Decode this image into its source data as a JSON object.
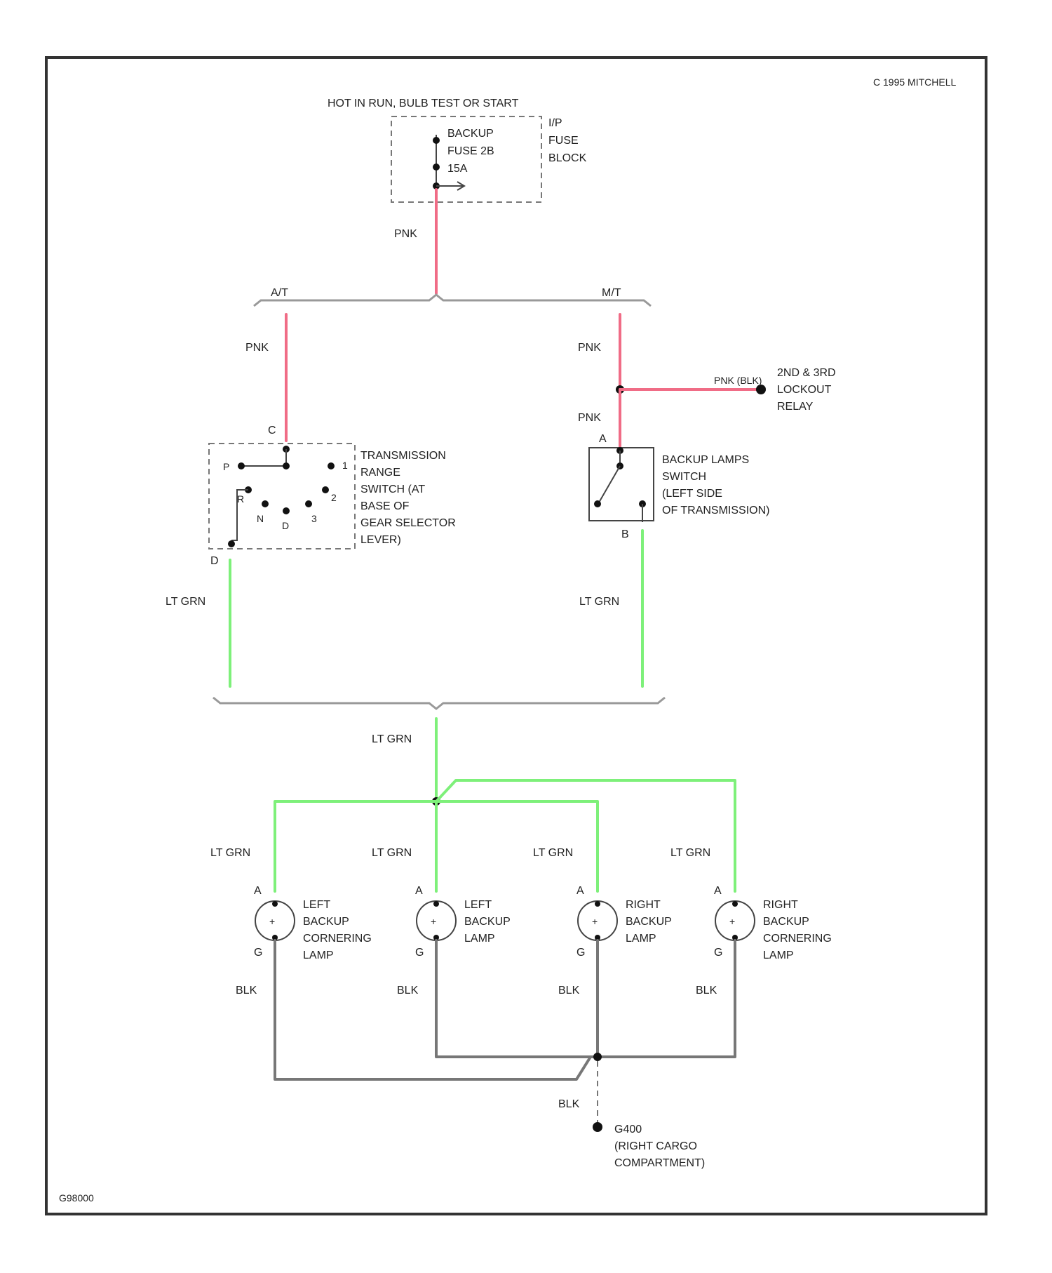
{
  "copyright": "C 1995 MITCHELL",
  "code": "G98000",
  "power_source": "HOT IN RUN, BULB TEST OR START",
  "fuse_label": [
    "BACKUP",
    "FUSE 2B",
    "15A"
  ],
  "fuse_block_label": [
    "I/P",
    "FUSE",
    "BLOCK"
  ],
  "branches": {
    "automatic": "A/T",
    "manual": "M/T"
  },
  "wire_colors": {
    "pink": "#f06c86",
    "light_green": "#7ef07a",
    "black": "#777777"
  },
  "wires": {
    "fuse_out": "PNK",
    "at_in": "PNK",
    "mt_in": "PNK",
    "mt_to_switch": "PNK",
    "mt_to_relay": "PNK (BLK)",
    "at_out": "LT GRN",
    "mt_out": "LT GRN",
    "common": "LT GRN",
    "lamp_feeds": [
      "LT GRN",
      "LT GRN",
      "LT GRN",
      "LT GRN"
    ],
    "lamp_grounds": [
      "BLK",
      "BLK",
      "BLK",
      "BLK"
    ],
    "ground_lead": "BLK"
  },
  "lockout_relay": [
    "2ND & 3RD",
    "LOCKOUT",
    "RELAY"
  ],
  "transmission_range_switch": {
    "label": [
      "TRANSMISSION",
      "RANGE",
      "SWITCH (AT",
      "BASE OF",
      "GEAR SELECTOR",
      "LEVER)"
    ],
    "terminal_in": "C",
    "terminal_out": "D",
    "positions": [
      "P",
      "R",
      "N",
      "D",
      "3",
      "2",
      "1"
    ]
  },
  "backup_switch": {
    "label": [
      "BACKUP LAMPS",
      "SWITCH",
      "(LEFT SIDE",
      "OF TRANSMISSION)"
    ],
    "terminal_in": "A",
    "terminal_out": "B"
  },
  "lamps": [
    {
      "label": [
        "LEFT",
        "BACKUP",
        "CORNERING",
        "LAMP"
      ],
      "pin_top": "A",
      "pin_bottom": "G"
    },
    {
      "label": [
        "LEFT",
        "BACKUP",
        "LAMP"
      ],
      "pin_top": "A",
      "pin_bottom": "G"
    },
    {
      "label": [
        "RIGHT",
        "BACKUP",
        "LAMP"
      ],
      "pin_top": "A",
      "pin_bottom": "G"
    },
    {
      "label": [
        "RIGHT",
        "BACKUP",
        "CORNERING",
        "LAMP"
      ],
      "pin_top": "A",
      "pin_bottom": "G"
    }
  ],
  "ground": [
    "G400",
    "(RIGHT CARGO",
    "COMPARTMENT)"
  ]
}
